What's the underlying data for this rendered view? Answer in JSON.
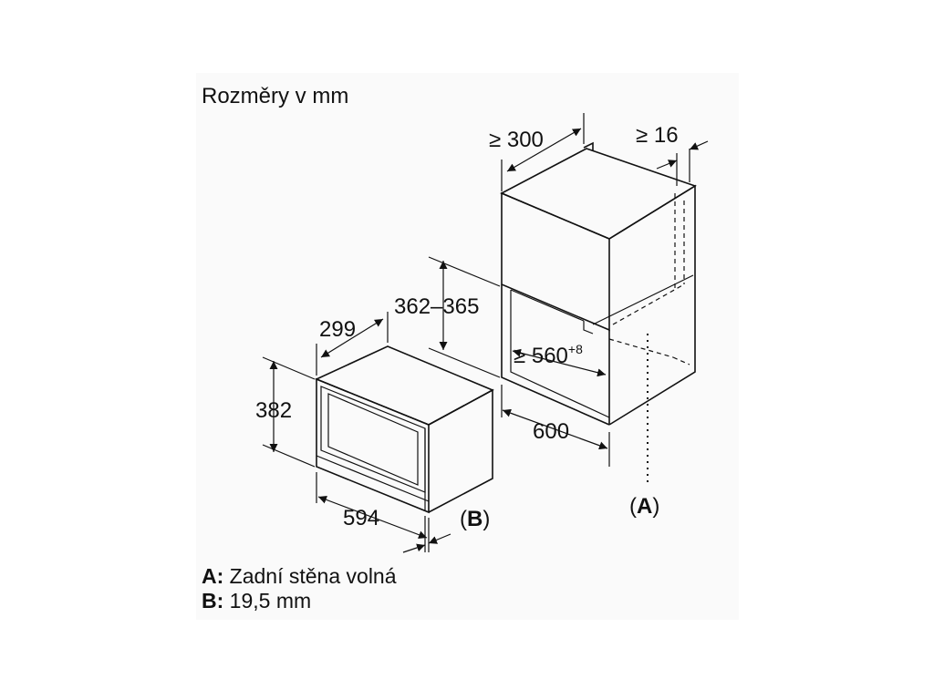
{
  "title": "Rozměry v mm",
  "dimensions": {
    "depth_niche": "≥ 300",
    "gap_top": "≥ 16",
    "height_range": "362–365",
    "width_min": "≥ 560",
    "width_min_tolerance": "+8",
    "depth_cabinet": "600",
    "device_depth": "299",
    "device_height": "382",
    "device_width": "594"
  },
  "markers": {
    "a": "(A)",
    "b": "(B)"
  },
  "legend": {
    "a_key": "A:",
    "a_text": "Zadní stěna volná",
    "b_key": "B:",
    "b_text": "19,5 mm"
  }
}
